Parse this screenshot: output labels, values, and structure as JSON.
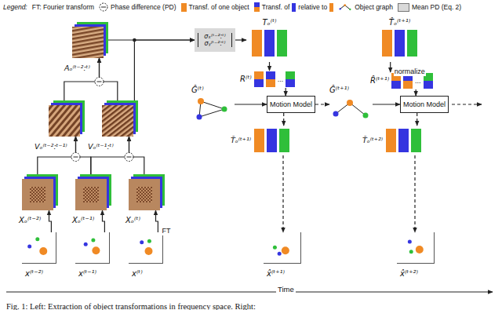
{
  "diagram": {
    "caption": "Fig. 1: Left: Extraction of object transformations in frequency space. Right:",
    "nodes": [
      {
        "text": [
          "x⁽ᵗ⁻²⁾"
        ]
      },
      {
        "text": [
          "x⁽ᵗ⁻¹⁾"
        ]
      },
      {
        "text": [
          "x⁽ᵗ⁾"
        ]
      },
      {
        "text": [
          "Xₒ⁽ᵗ⁻²⁾"
        ]
      },
      {
        "text": [
          "Xₒ⁽ᵗ⁻¹⁾"
        ]
      },
      {
        "text": [
          "Xₒ⁽ᵗ⁾"
        ]
      },
      {
        "text": [
          "Vₒ⁽ᵗ⁻²:ᵗ⁻¹⁾"
        ]
      },
      {
        "text": [
          "Vₒ⁽ᵗ⁻¹:ᵗ⁾"
        ]
      },
      {
        "text": [
          "Aₒ⁽ᵗ⁻²:ᵗ⁾"
        ]
      },
      {
        "text": [
          "σₓ⁽ᵗ⁻²:ᵗ⁾ σᵧ⁽ᵗ⁻²:ᵗ⁾"
        ]
      },
      {
        "text": [
          "Tₒ⁽ᵗ⁾"
        ]
      },
      {
        "text": [
          "R⁽ᵗ⁾"
        ]
      },
      {
        "text": [
          "Ĝ⁽ᵗ⁾"
        ]
      },
      {
        "text": [
          "Motion Model"
        ]
      },
      {
        "text": [
          "T̂ₒ⁽ᵗ⁺¹⁾"
        ]
      },
      {
        "text": [
          "x̂⁽ᵗ⁺¹⁾"
        ]
      },
      {
        "text": [
          "Ĝ⁽ᵗ⁺¹⁾"
        ]
      },
      {
        "text": [
          "T̂ₒ⁽ᵗ⁺¹⁾"
        ]
      },
      {
        "text": [
          "R̂⁽ᵗ⁺¹⁾"
        ]
      },
      {
        "text": [
          "Motion Model"
        ]
      },
      {
        "text": [
          "T̂ₒ⁽ᵗ⁺²⁾"
        ]
      },
      {
        "text": [
          "x̂⁽ᵗ⁺²⁾"
        ]
      }
    ],
    "edges": [
      {
        "from": 0,
        "to": 3,
        "arrow": "to"
      },
      {
        "from": 1,
        "to": 4,
        "arrow": "to"
      },
      {
        "from": 2,
        "to": 5,
        "arrow": "to",
        "label": "FT"
      },
      {
        "from": 3,
        "to": 6,
        "arrow": "to"
      },
      {
        "from": 4,
        "to": 6,
        "arrow": "to"
      },
      {
        "from": 4,
        "to": 7,
        "arrow": "to"
      },
      {
        "from": 5,
        "to": 7,
        "arrow": "to"
      },
      {
        "from": 6,
        "to": 8,
        "arrow": "to"
      },
      {
        "from": 7,
        "to": 8,
        "arrow": "to"
      },
      {
        "from": 8,
        "to": 9,
        "arrow": "to"
      },
      {
        "from": 7,
        "to": 9,
        "arrow": "to"
      },
      {
        "from": 9,
        "to": 10,
        "arrow": "to"
      },
      {
        "from": 10,
        "to": 11,
        "arrow": "to"
      },
      {
        "from": 11,
        "to": 13,
        "arrow": "to"
      },
      {
        "from": 12,
        "to": 13,
        "arrow": "to"
      },
      {
        "from": 13,
        "to": 14,
        "arrow": "to"
      },
      {
        "from": 14,
        "to": 15,
        "arrow": "to"
      },
      {
        "from": 13,
        "to": 16,
        "arrow": "to"
      },
      {
        "from": 16,
        "to": 19,
        "arrow": "to"
      },
      {
        "from": 17,
        "to": 18,
        "arrow": "to",
        "label": "normalize"
      },
      {
        "from": 18,
        "to": 19,
        "arrow": "to"
      },
      {
        "from": 19,
        "to": 20,
        "arrow": "to"
      },
      {
        "from": 20,
        "to": 21,
        "arrow": "to"
      }
    ],
    "labels": [
      "Legend:",
      "relative to",
      "...",
      "...",
      "Time"
    ],
    "legend": [
      {
        "text": "FT: Fourier transform"
      },
      {
        "text": "Phase difference (PD)"
      },
      {
        "text": "Transf. of one object",
        "color": "#f08a24"
      },
      {
        "text": "Transf. of"
      },
      {
        "text": "Object graph"
      },
      {
        "text": "Mean PD (Eq. 2)",
        "color": "#d9d9d9"
      }
    ]
  }
}
